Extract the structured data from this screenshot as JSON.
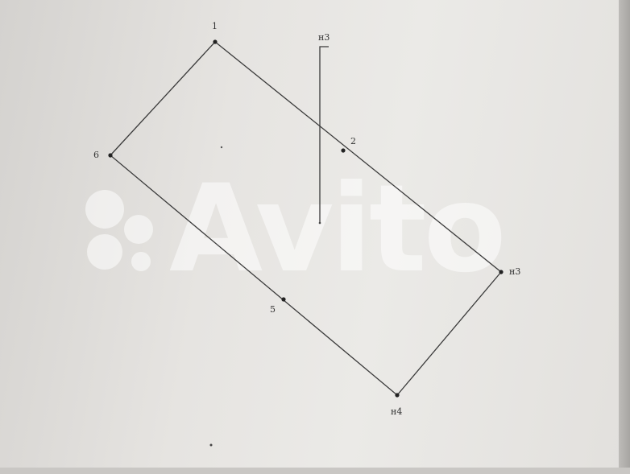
{
  "drawing": {
    "vertex_labels": {
      "v1": "1",
      "v2": "2",
      "v3": "н3",
      "v4": "н4",
      "v5": "5",
      "v6": "6"
    },
    "marker_label": "н3"
  },
  "watermark": {
    "text": "Avito"
  }
}
